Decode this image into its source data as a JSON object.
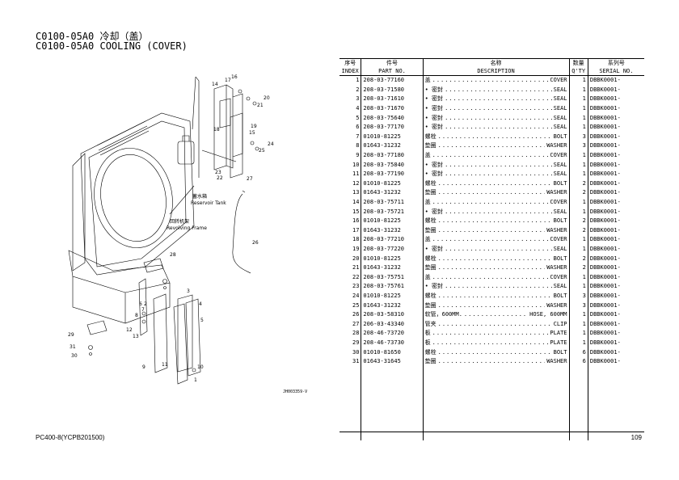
{
  "header": {
    "title_cn": "C0100-05A0 冷却（盖）",
    "title_en": "C0100-05A0 COOLING (COVER)"
  },
  "diagram": {
    "label_reservoir_cn": "蓄水箱",
    "label_reservoir_en": "Reservoir Tank",
    "label_frame_cn": "回转机架",
    "label_frame_en": "Revolving Frame",
    "drawing_code": "JH003359-V",
    "callouts": [
      "1",
      "2",
      "3",
      "4",
      "5",
      "6",
      "7",
      "8",
      "9",
      "10",
      "11",
      "12",
      "13",
      "14",
      "15",
      "16",
      "17",
      "18",
      "19",
      "20",
      "21",
      "22",
      "23",
      "24",
      "25",
      "26",
      "27",
      "28",
      "29",
      "30",
      "31"
    ]
  },
  "table": {
    "headers_cn": [
      "序号",
      "件号",
      "名称",
      "数量",
      "系列号"
    ],
    "headers_en": [
      "INDEX",
      "PART NO.",
      "DESCRIPTION",
      "Q'TY",
      "SERIAL NO."
    ],
    "rows": [
      {
        "idx": "1",
        "pn": "208-03-77160",
        "cn": "盖",
        "en": "COVER",
        "qty": "1",
        "ser": "DBBK0001-"
      },
      {
        "idx": "2",
        "pn": "208-03-71580",
        "cn": "• 密封",
        "en": "SEAL",
        "qty": "1",
        "ser": "DBBK0001-"
      },
      {
        "idx": "3",
        "pn": "208-03-71610",
        "cn": "• 密封",
        "en": "SEAL",
        "qty": "1",
        "ser": "DBBK0001-"
      },
      {
        "idx": "4",
        "pn": "208-03-71670",
        "cn": "• 密封",
        "en": "SEAL",
        "qty": "1",
        "ser": "DBBK0001-"
      },
      {
        "idx": "5",
        "pn": "208-03-75640",
        "cn": "• 密封",
        "en": "SEAL",
        "qty": "1",
        "ser": "DBBK0001-"
      },
      {
        "idx": "6",
        "pn": "208-03-77170",
        "cn": "• 密封",
        "en": "SEAL",
        "qty": "1",
        "ser": "DBBK0001-"
      },
      {
        "idx": "7",
        "pn": "01010-81225",
        "cn": "螺栓",
        "en": "BOLT",
        "qty": "3",
        "ser": "DBBK0001-"
      },
      {
        "idx": "8",
        "pn": "01643-31232",
        "cn": "垫圈",
        "en": "WASHER",
        "qty": "3",
        "ser": "DBBK0001-"
      },
      {
        "idx": "9",
        "pn": "208-03-77180",
        "cn": "盖",
        "en": "COVER",
        "qty": "1",
        "ser": "DBBK0001-"
      },
      {
        "idx": "10",
        "pn": "208-03-75840",
        "cn": "• 密封",
        "en": "SEAL",
        "qty": "1",
        "ser": "DBBK0001-"
      },
      {
        "idx": "11",
        "pn": "208-03-77190",
        "cn": "• 密封",
        "en": "SEAL",
        "qty": "1",
        "ser": "DBBK0001-"
      },
      {
        "idx": "12",
        "pn": "01010-81225",
        "cn": "螺栓",
        "en": "BOLT",
        "qty": "2",
        "ser": "DBBK0001-"
      },
      {
        "idx": "13",
        "pn": "01643-31232",
        "cn": "垫圈",
        "en": "WASHER",
        "qty": "2",
        "ser": "DBBK0001-"
      },
      {
        "idx": "14",
        "pn": "208-03-75711",
        "cn": "盖",
        "en": "COVER",
        "qty": "1",
        "ser": "DBBK0001-"
      },
      {
        "idx": "15",
        "pn": "208-03-75721",
        "cn": "• 密封",
        "en": "SEAL",
        "qty": "1",
        "ser": "DBBK0001-"
      },
      {
        "idx": "16",
        "pn": "01010-81225",
        "cn": "螺栓",
        "en": "BOLT",
        "qty": "2",
        "ser": "DBBK0001-"
      },
      {
        "idx": "17",
        "pn": "01643-31232",
        "cn": "垫圈",
        "en": "WASHER",
        "qty": "2",
        "ser": "DBBK0001-"
      },
      {
        "idx": "18",
        "pn": "208-03-77210",
        "cn": "盖",
        "en": "COVER",
        "qty": "1",
        "ser": "DBBK0001-"
      },
      {
        "idx": "19",
        "pn": "208-03-77220",
        "cn": "• 密封",
        "en": "SEAL",
        "qty": "1",
        "ser": "DBBK0001-"
      },
      {
        "idx": "20",
        "pn": "01010-81225",
        "cn": "螺栓",
        "en": "BOLT",
        "qty": "2",
        "ser": "DBBK0001-"
      },
      {
        "idx": "21",
        "pn": "01643-31232",
        "cn": "垫圈",
        "en": "WASHER",
        "qty": "2",
        "ser": "DBBK0001-"
      },
      {
        "idx": "22",
        "pn": "208-03-75751",
        "cn": "盖",
        "en": "COVER",
        "qty": "1",
        "ser": "DBBK0001-"
      },
      {
        "idx": "23",
        "pn": "208-03-75761",
        "cn": "• 密封",
        "en": "SEAL",
        "qty": "1",
        "ser": "DBBK0001-"
      },
      {
        "idx": "24",
        "pn": "01010-81225",
        "cn": "螺栓",
        "en": "BOLT",
        "qty": "3",
        "ser": "DBBK0001-"
      },
      {
        "idx": "25",
        "pn": "01643-31232",
        "cn": "垫圈",
        "en": "WASHER",
        "qty": "3",
        "ser": "DBBK0001-"
      },
      {
        "idx": "26",
        "pn": "208-03-58310",
        "cn": "软管，600MM.",
        "en": "HOSE, 600MM",
        "qty": "1",
        "ser": "DBBK0001-"
      },
      {
        "idx": "27",
        "pn": "206-03-43340",
        "cn": "管夹",
        "en": "CLIP",
        "qty": "1",
        "ser": "DBBK0001-"
      },
      {
        "idx": "28",
        "pn": "208-46-73720",
        "cn": "板",
        "en": "PLATE",
        "qty": "1",
        "ser": "DBBK0001-"
      },
      {
        "idx": "29",
        "pn": "208-46-73730",
        "cn": "板",
        "en": "PLATE",
        "qty": "1",
        "ser": "DBBK0001-"
      },
      {
        "idx": "30",
        "pn": "01010-81650",
        "cn": "螺栓",
        "en": "BOLT",
        "qty": "6",
        "ser": "DBBK0001-"
      },
      {
        "idx": "31",
        "pn": "01643-31645",
        "cn": "垫圈",
        "en": "WASHER",
        "qty": "6",
        "ser": "DBBK0001-"
      }
    ]
  },
  "footer": {
    "model": "PC400-8(YCPB201500)",
    "page": "109"
  }
}
